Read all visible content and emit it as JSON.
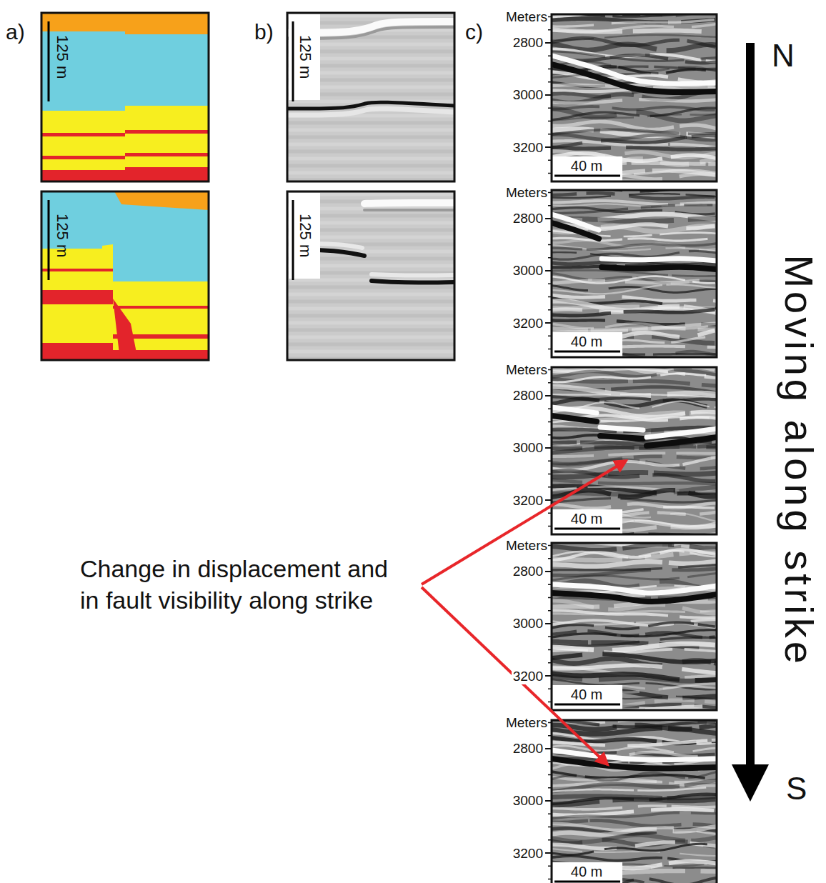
{
  "diagram": {
    "labels": [
      "a)",
      "125 m",
      "125 m",
      "b)",
      "125 m",
      "125 m",
      "c)",
      "Meters",
      "2800",
      "3000",
      "3200",
      "40 m",
      "Meters",
      "2800",
      "3000",
      "3200",
      "40 m",
      "Meters",
      "2800",
      "3000",
      "3200",
      "40 m",
      "Meters",
      "2800",
      "3000",
      "3200",
      "40 m",
      "Meters",
      "2800",
      "3000",
      "3200",
      "40 m",
      "Change in displacement and in fault visibility along strike",
      "N",
      "Moving along strike",
      "S"
    ]
  }
}
